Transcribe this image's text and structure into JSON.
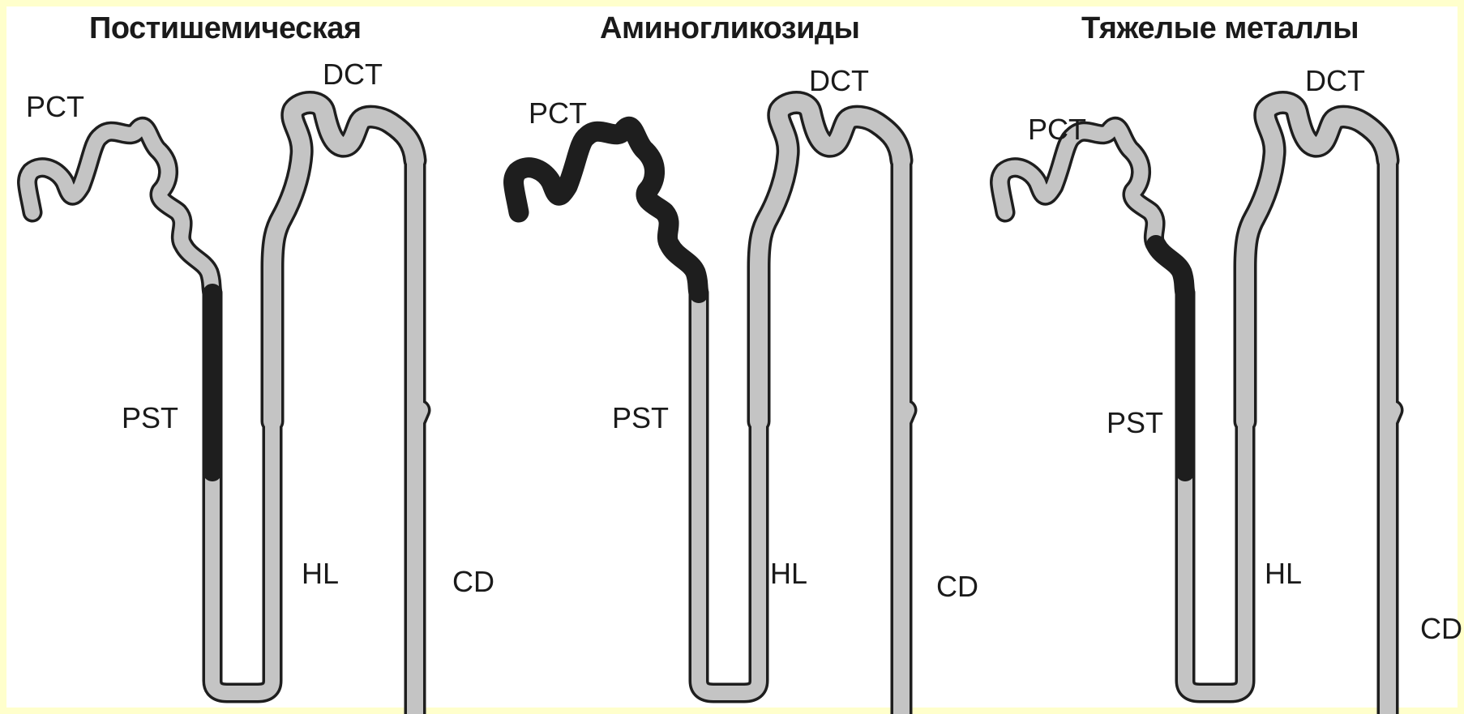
{
  "colors": {
    "frame": "#ffffcc",
    "tube_fill": "#c4c4c4",
    "outline": "#1e1e1e",
    "damage": "#1e1e1e",
    "text": "#1a1a1a"
  },
  "panels": [
    {
      "title": "Постишемическая",
      "damaged_segment": "PST",
      "labels": {
        "pct": "PCT",
        "dct": "DCT",
        "pst": "PST",
        "hl": "HL",
        "cd": "CD"
      }
    },
    {
      "title": "Аминогликозиды",
      "damaged_segment": "PCT",
      "labels": {
        "pct": "PCT",
        "dct": "DCT",
        "pst": "PST",
        "hl": "HL",
        "cd": "CD"
      }
    },
    {
      "title": "Тяжелые металлы",
      "damaged_segment": "PCT-PST",
      "labels": {
        "pct": "PCT",
        "dct": "DCT",
        "pst": "PST",
        "hl": "HL",
        "cd": "CD"
      }
    }
  ]
}
